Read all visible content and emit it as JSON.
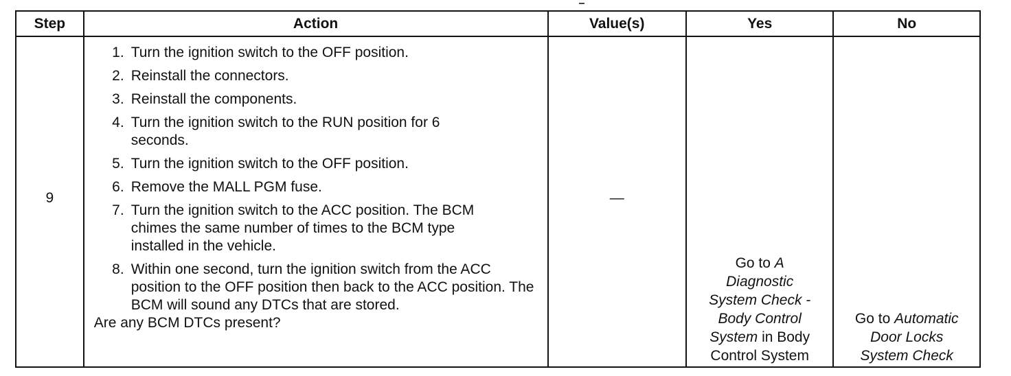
{
  "table": {
    "headers": {
      "step": "Step",
      "action": "Action",
      "values": "Value(s)",
      "yes": "Yes",
      "no": "No"
    },
    "row": {
      "step": "9",
      "actions": [
        {
          "num": "1.",
          "text": "Turn the ignition switch to the OFF position."
        },
        {
          "num": "2.",
          "text": "Reinstall the connectors."
        },
        {
          "num": "3.",
          "text": "Reinstall the components."
        },
        {
          "num": "4.",
          "text": "Turn the ignition switch to the RUN position for 6 seconds."
        },
        {
          "num": "5.",
          "text": "Turn the ignition switch to the OFF position."
        },
        {
          "num": "6.",
          "text": "Remove the MALL PGM fuse."
        },
        {
          "num": "7.",
          "text": "Turn the ignition switch to the ACC position. The BCM chimes the same number of times to the BCM type installed in the vehicle."
        },
        {
          "num": "8.",
          "text": "Within one second, turn the ignition switch from the ACC position to the OFF position then back to the ACC position. The BCM will sound any DTCs that are stored."
        }
      ],
      "question": "Are any BCM DTCs present?",
      "value": "—",
      "yes": {
        "prefix": "Go to",
        "link_a": "A",
        "link_b": "Diagnostic",
        "link_c": "System Check -",
        "link_d": "Body Control",
        "link_e": "System",
        "suffix_e": " in Body",
        "suffix_f": "Control System"
      },
      "no": {
        "prefix": "Go to ",
        "link_a": "Automatic",
        "link_b": "Door Locks",
        "link_c": "System Check"
      }
    }
  }
}
